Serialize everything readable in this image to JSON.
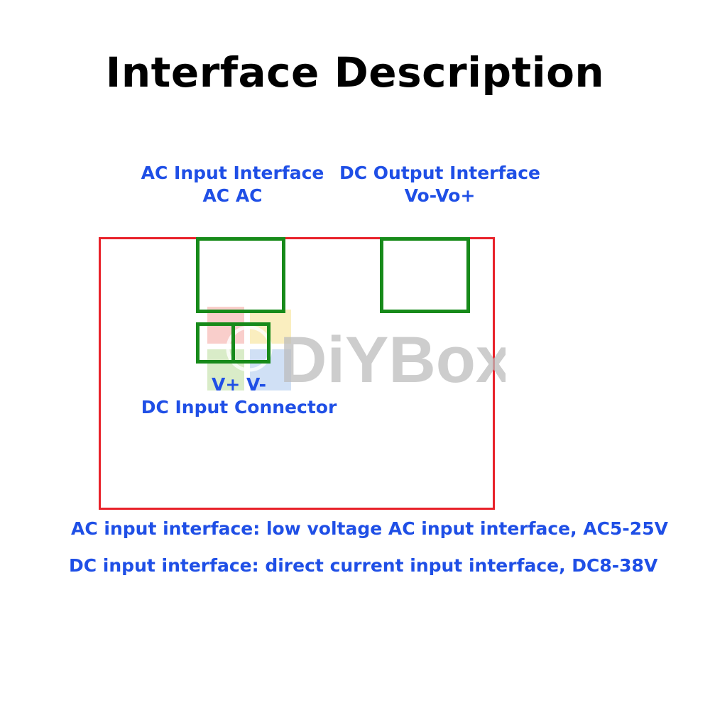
{
  "title": "Interface Description",
  "labels": {
    "ac_input_line1": "AC Input Interface",
    "ac_input_line2": "AC AC",
    "dc_output_line1": "DC Output Interface",
    "dc_output_line2": "Vo-Vo+",
    "dc_input_line1": "V+ V-",
    "dc_input_line2": "DC Input Connector"
  },
  "descriptions": [
    "AC input interface: low voltage AC input interface, AC5-25V",
    "DC input interface: direct current input interface, DC8-38V"
  ],
  "watermark": "DiYBox",
  "colors": {
    "board_outline": "#e8222a",
    "terminal": "#178a1a",
    "label_text": "#1f4fe6"
  }
}
